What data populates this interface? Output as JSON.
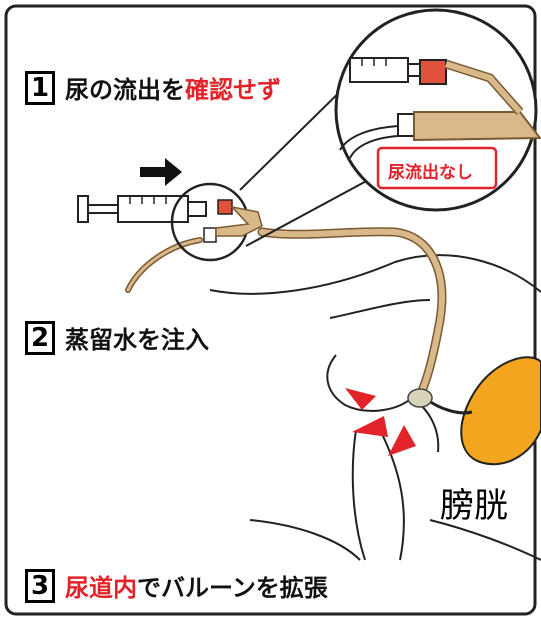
{
  "steps": [
    {
      "number": "1",
      "text_normal": "尿の流出を",
      "text_red": "確認せず"
    },
    {
      "number": "2",
      "text_normal": "蒸留水を注入"
    },
    {
      "number": "3",
      "text_red": "尿道内",
      "text_normal": "でバルーンを拡張"
    }
  ],
  "labels": {
    "no_urine": "尿流出なし",
    "bladder": "膀胱"
  },
  "colors": {
    "catheter": "#d9b98a",
    "catheter_outline": "#7a5a30",
    "bladder": "#f2a51f",
    "warning": "#e2232a",
    "connector": "#e0523c"
  }
}
